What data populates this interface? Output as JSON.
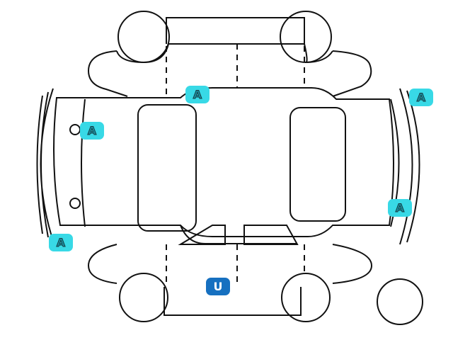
{
  "diagram": {
    "marks": [
      {
        "label": "A",
        "kind": "a",
        "area": "left-front-door-window"
      },
      {
        "label": "A",
        "kind": "a",
        "area": "front-left"
      },
      {
        "label": "A",
        "kind": "a",
        "area": "rear-bumper-left"
      },
      {
        "label": "A",
        "kind": "a",
        "area": "rear-bumper-right"
      },
      {
        "label": "A",
        "kind": "a",
        "area": "front-bumper-right"
      },
      {
        "label": "U",
        "kind": "u",
        "area": "right-sill"
      }
    ],
    "colors": {
      "badge_a": "#38d9e6",
      "badge_u": "#1670c0",
      "line": "#111111"
    }
  }
}
